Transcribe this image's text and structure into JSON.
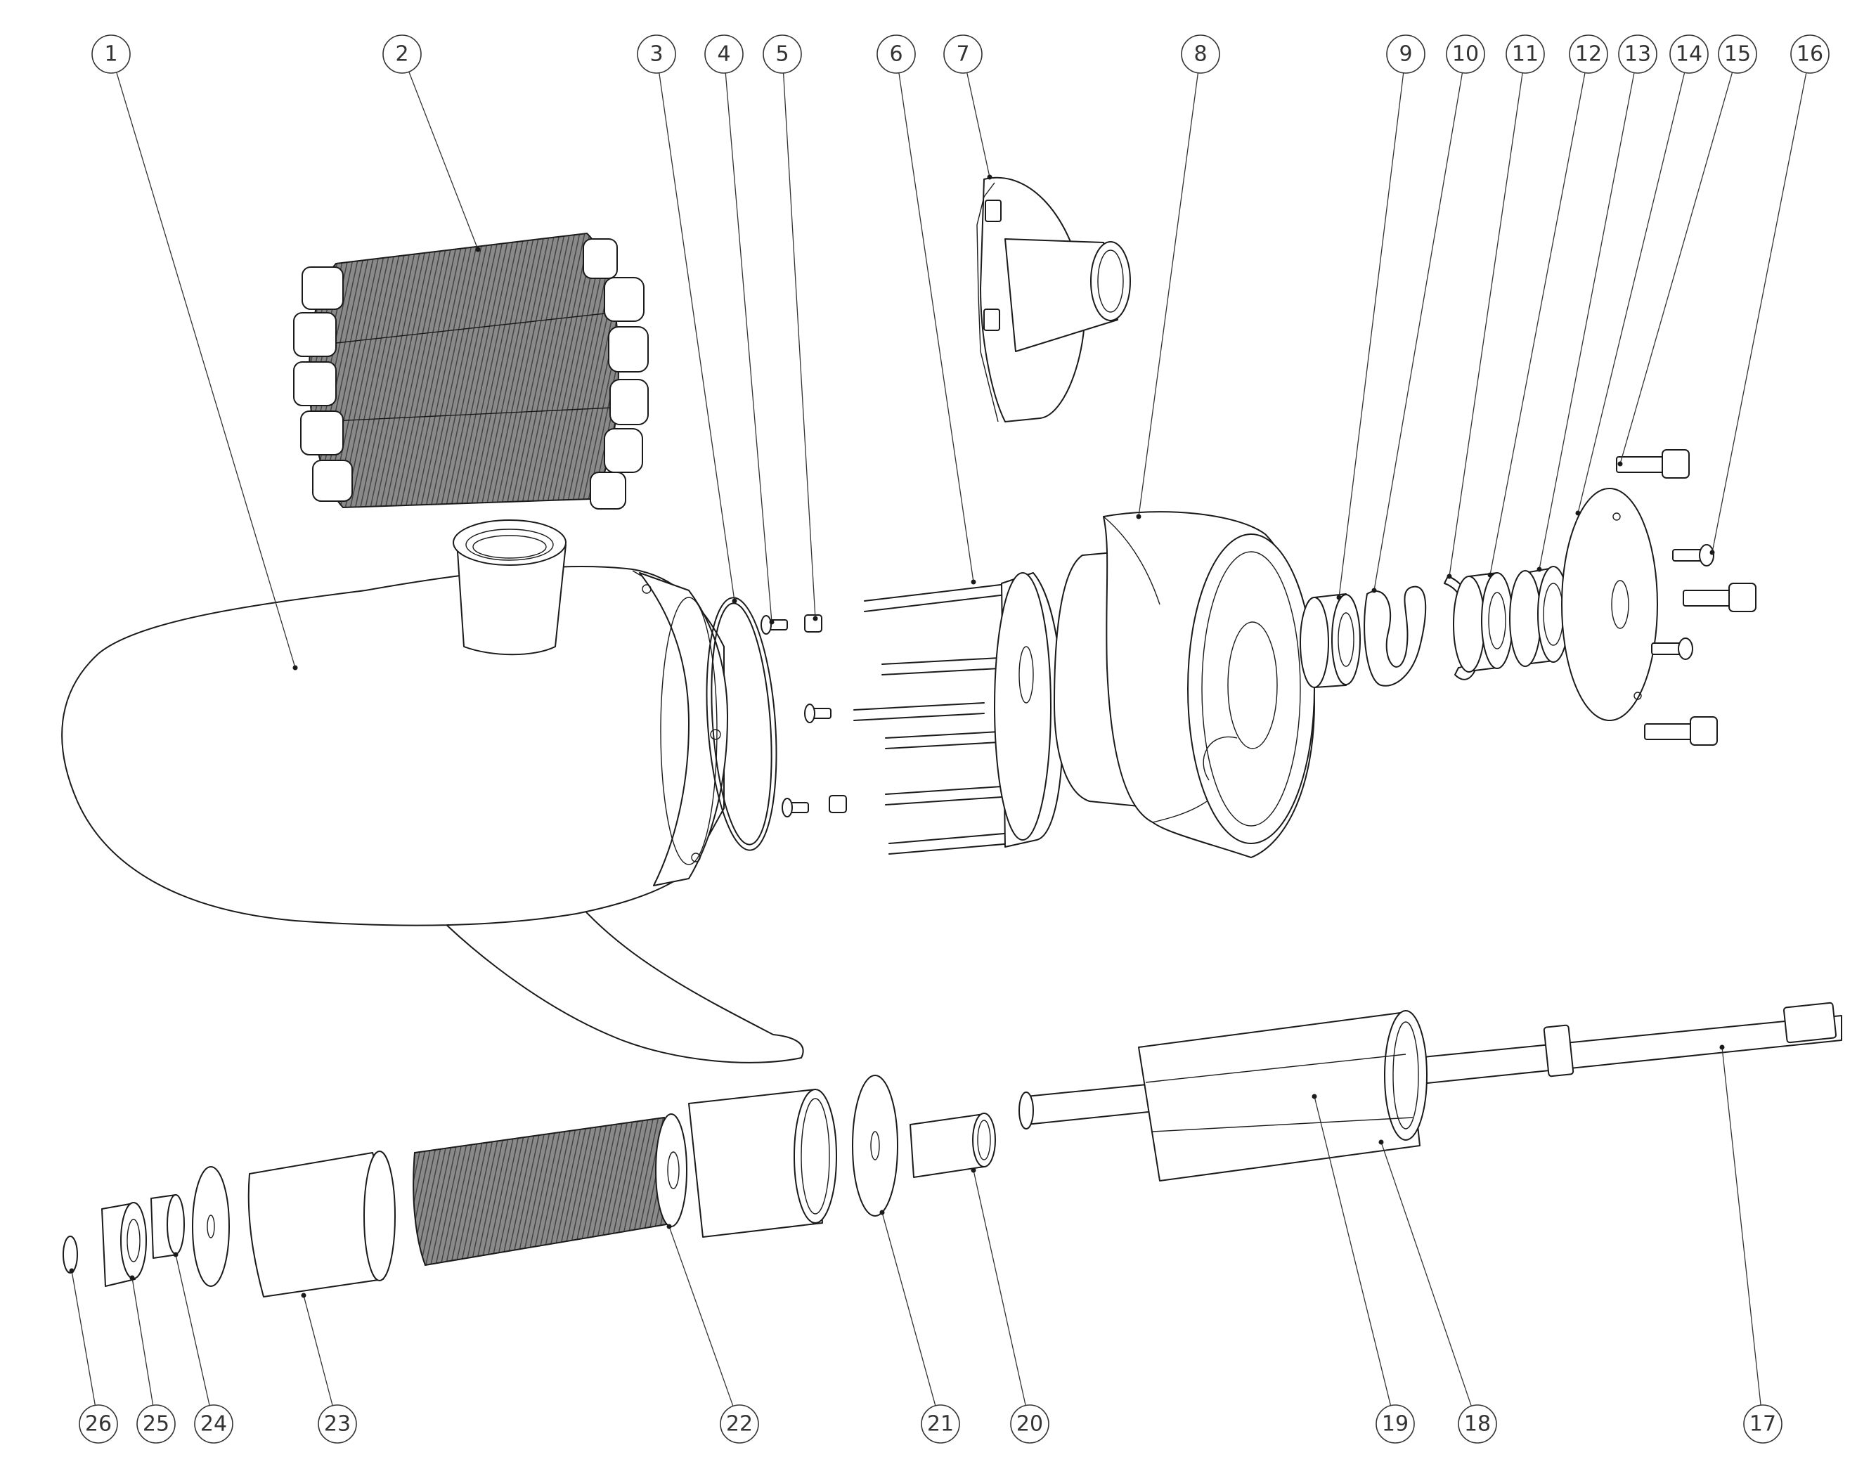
{
  "diagram": {
    "callouts": [
      {
        "label": "1"
      },
      {
        "label": "2"
      },
      {
        "label": "3"
      },
      {
        "label": "4"
      },
      {
        "label": "5"
      },
      {
        "label": "6"
      },
      {
        "label": "7"
      },
      {
        "label": "8"
      },
      {
        "label": "9"
      },
      {
        "label": "10"
      },
      {
        "label": "11"
      },
      {
        "label": "12"
      },
      {
        "label": "13"
      },
      {
        "label": "14"
      },
      {
        "label": "15"
      },
      {
        "label": "16"
      },
      {
        "label": "17"
      },
      {
        "label": "18"
      },
      {
        "label": "19"
      },
      {
        "label": "20"
      },
      {
        "label": "21"
      },
      {
        "label": "22"
      },
      {
        "label": "23"
      },
      {
        "label": "24"
      },
      {
        "label": "25"
      },
      {
        "label": "26"
      }
    ],
    "colors": {
      "line": "#1a1a1a",
      "leader": "#333333",
      "hatch": "#555555",
      "background": "#ffffff"
    }
  }
}
